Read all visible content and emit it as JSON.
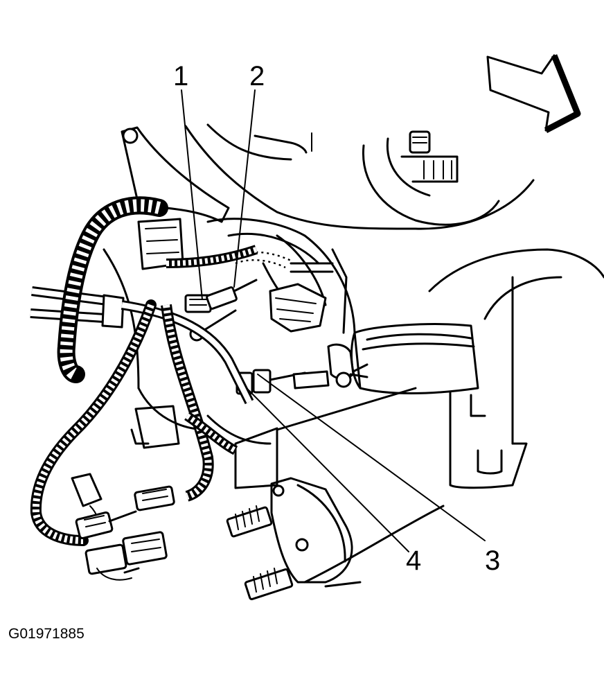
{
  "figure_id": "G01971885",
  "callouts": [
    {
      "id": 1,
      "label": "1"
    },
    {
      "id": 2,
      "label": "2"
    },
    {
      "id": 3,
      "label": "3"
    },
    {
      "id": 4,
      "label": "4"
    }
  ],
  "icons": {
    "direction_arrow": "front-direction-arrow-icon"
  }
}
